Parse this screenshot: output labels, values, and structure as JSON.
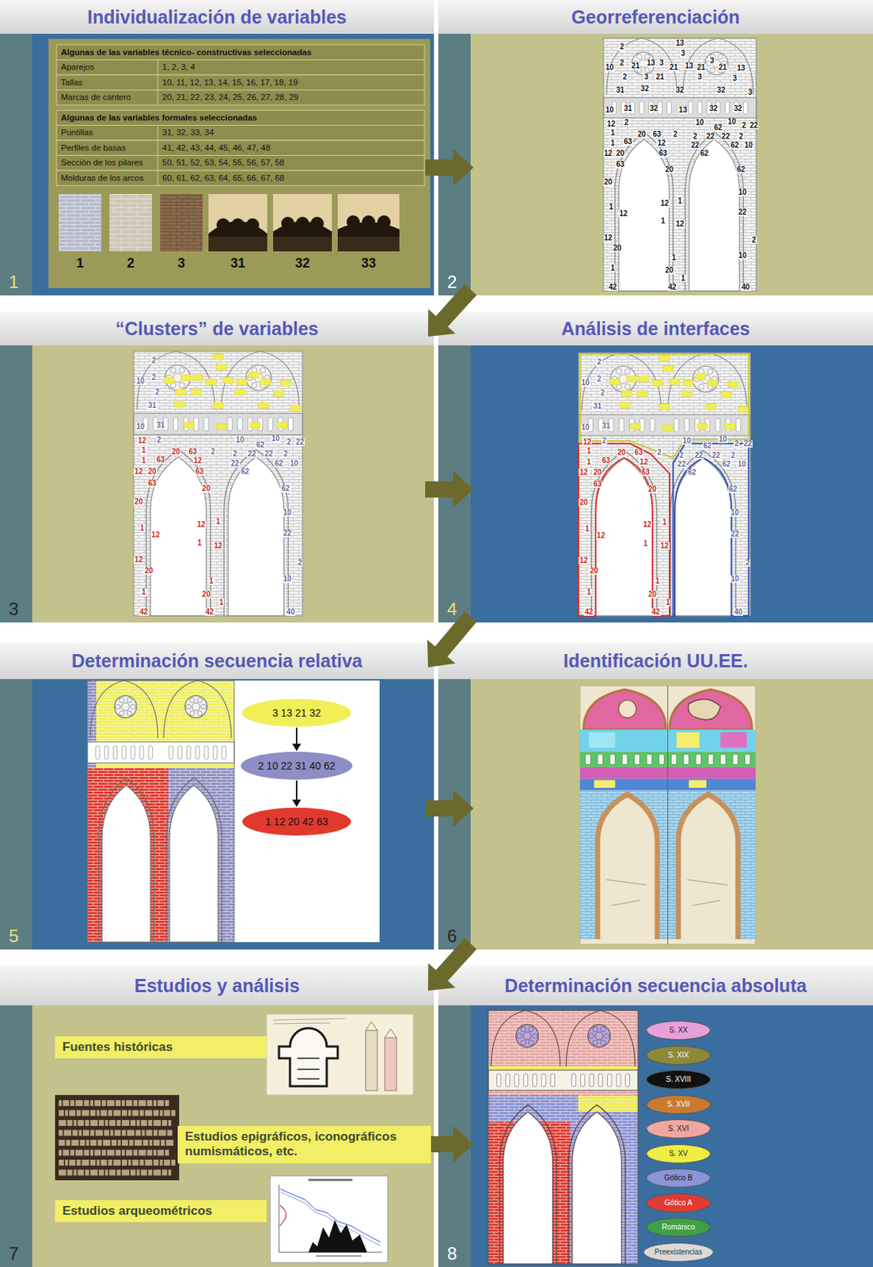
{
  "diagram": {
    "nodes": [
      {
        "text": [
          "Individualización de variables",
          "1"
        ]
      },
      {
        "text": [
          "Georreferenciación",
          "2"
        ]
      },
      {
        "text": [
          "“Clusters” de variables",
          "3"
        ]
      },
      {
        "text": [
          "Análisis de interfaces",
          "4"
        ]
      },
      {
        "text": [
          "Determinación secuencia relativa",
          "5"
        ]
      },
      {
        "text": [
          "3 13 21 32"
        ],
        "in": 4
      },
      {
        "text": [
          "2 10 22 31 40 62"
        ],
        "in": 4
      },
      {
        "text": [
          "1 12 20 42 63"
        ],
        "in": 4
      },
      {
        "text": [
          "Identificación UU.EE.",
          "6"
        ]
      },
      {
        "text": [
          "Estudios y análisis",
          "7"
        ]
      },
      {
        "text": [
          "Fuentes históricas"
        ],
        "in": 9
      },
      {
        "text": [
          "Estudios epigráficos, iconográficos numismáticos, etc."
        ],
        "in": 9
      },
      {
        "text": [
          "Estudios arqueométricos"
        ],
        "in": 9
      },
      {
        "text": [
          "Determinación secuencia absoluta",
          "8"
        ]
      },
      {
        "text": [
          "S. XX"
        ],
        "in": 13
      },
      {
        "text": [
          "S. XIX"
        ],
        "in": 13
      },
      {
        "text": [
          "S. XVIII"
        ],
        "in": 13
      },
      {
        "text": [
          "S. XVII"
        ],
        "in": 13
      },
      {
        "text": [
          "S. XVI"
        ],
        "in": 13
      },
      {
        "text": [
          "S. XV"
        ],
        "in": 13
      },
      {
        "text": [
          "Gótico B"
        ],
        "in": 13
      },
      {
        "text": [
          "Gótico A"
        ],
        "in": 13
      },
      {
        "text": [
          "Románico"
        ],
        "in": 13
      },
      {
        "text": [
          "Preexistencias"
        ],
        "in": 13
      }
    ],
    "edges": [
      {
        "from": 0,
        "to": 1,
        "arrow": "to"
      },
      {
        "from": 1,
        "to": 2,
        "arrow": "to"
      },
      {
        "from": 2,
        "to": 3,
        "arrow": "to"
      },
      {
        "from": 3,
        "to": 4,
        "arrow": "to"
      },
      {
        "from": 5,
        "to": 6,
        "arrow": "to"
      },
      {
        "from": 6,
        "to": 7,
        "arrow": "to"
      },
      {
        "from": 4,
        "to": 8,
        "arrow": "to"
      },
      {
        "from": 8,
        "to": 9,
        "arrow": "to"
      },
      {
        "from": 9,
        "to": 13,
        "arrow": "to"
      }
    ],
    "labels": [
      "Algunas de las variables técnico- constructivas seleccionadas",
      "Aparejos",
      "1, 2, 3, 4",
      "Tallas",
      "10, 11, 12, 13, 14, 15, 16, 17, 18, 19",
      "Marcas de cantero",
      "20, 21, 22, 23, 24, 25, 26, 27, 28, 29",
      "Algunas de las variables formales seleccionadas",
      "Puntillas",
      "31, 32, 33, 34",
      "Perfiles de basas",
      "41, 42, 43, 44, 45, 46, 47, 48",
      "Sección de los pilares",
      "50, 51, 52, 53, 54, 55, 56, 57, 58",
      "Molduras de los arcos",
      "60, 61, 62, 63, 64, 65, 66, 67, 68",
      "1",
      "2",
      "3",
      "31",
      "32",
      "33",
      "2",
      "13",
      "3",
      "10",
      "2",
      "21",
      "13",
      "3",
      "21",
      "13",
      "21",
      "3",
      "21",
      "13",
      "2",
      "3",
      "21",
      "3",
      "3",
      "31",
      "32",
      "32",
      "32",
      "3",
      "10",
      "31",
      "32",
      "13",
      "32",
      "32",
      "12",
      "2",
      "10",
      "10",
      "2",
      "22",
      "62",
      "1",
      "20",
      "63",
      "2",
      "2",
      "22",
      "22",
      "2",
      "1",
      "63",
      "12",
      "22",
      "62",
      "10",
      "12",
      "20",
      "63",
      "62",
      "63",
      "20",
      "62",
      "20",
      "10",
      "12",
      "1",
      "1",
      "12",
      "22",
      "1",
      "12",
      "12",
      "20",
      "2",
      "10",
      "1",
      "1",
      "20",
      "1",
      "42",
      "42",
      "40",
      "2",
      "10",
      "2",
      "2",
      "31",
      "10",
      "31",
      "12",
      "2",
      "10",
      "10",
      "2",
      "22",
      "62",
      "1",
      "20",
      "63",
      "2",
      "2",
      "22",
      "22",
      "2",
      "1",
      "63",
      "12",
      "22",
      "62",
      "10",
      "12",
      "20",
      "63",
      "62",
      "63",
      "20",
      "62",
      "20",
      "10",
      "12",
      "1",
      "1",
      "12",
      "22",
      "1",
      "12",
      "12",
      "20",
      "2",
      "10",
      "1",
      "1",
      "20",
      "1",
      "42",
      "42",
      "40",
      "2",
      "10",
      "2",
      "2",
      "31",
      "10",
      "31",
      "12",
      "2",
      "10",
      "10",
      "2",
      "22",
      "62",
      "1",
      "20",
      "63",
      "2",
      "2",
      "22",
      "22",
      "2",
      "1",
      "63",
      "12",
      "22",
      "62",
      "10",
      "12",
      "20",
      "63",
      "62",
      "63",
      "20",
      "62",
      "20",
      "10",
      "12",
      "1",
      "1",
      "12",
      "22",
      "1",
      "12",
      "12",
      "20",
      "2",
      "10",
      "1",
      "1",
      "20",
      "1",
      "42",
      "42",
      "40"
    ]
  }
}
